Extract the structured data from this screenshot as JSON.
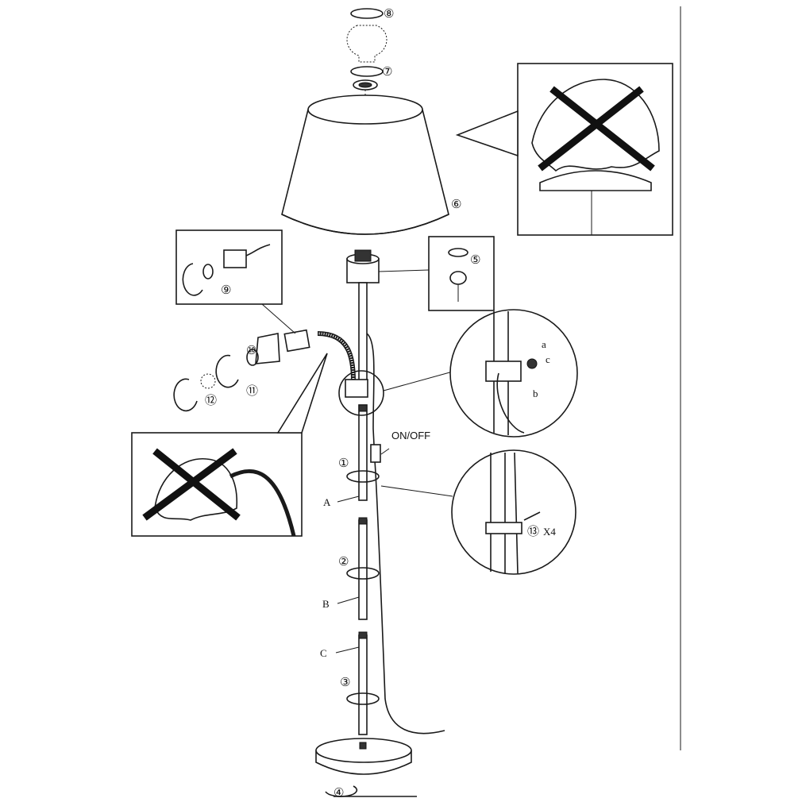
{
  "steps": {
    "s1": "①",
    "s2": "②",
    "s3": "③",
    "s4": "④",
    "s5": "⑤",
    "s6": "⑥",
    "s7": "⑦",
    "s8": "⑧",
    "s9": "⑨",
    "s10": "⑩",
    "s11": "⑪",
    "s12": "⑫",
    "s13": "⑬"
  },
  "labels": {
    "on_off": "ON/OFF",
    "part_a": "A",
    "part_b": "B",
    "part_c": "C",
    "detail_a": "a",
    "detail_b": "b",
    "detail_c": "c",
    "clip_qty": "X4"
  }
}
